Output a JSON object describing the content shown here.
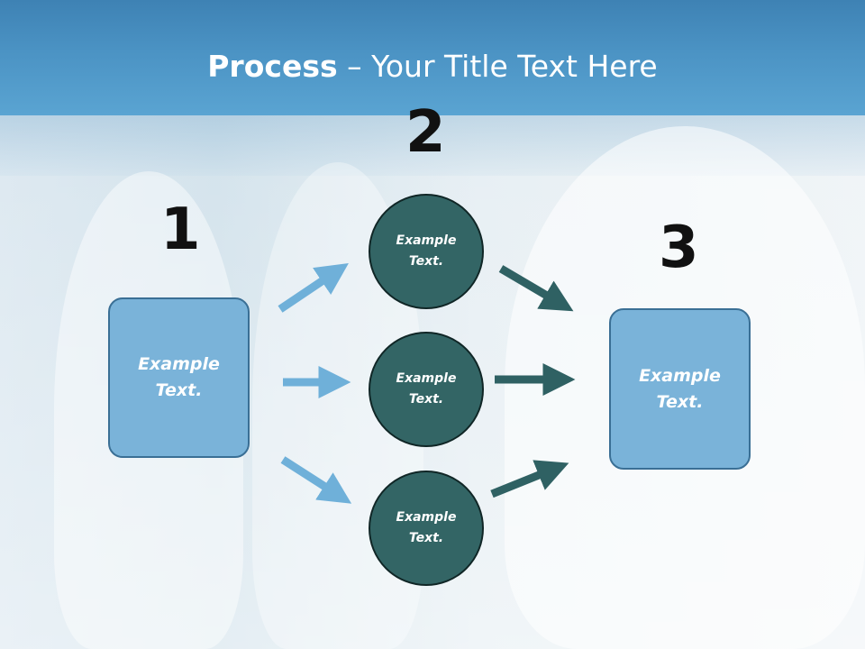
{
  "title": {
    "bold": "Process",
    "rest": " – Your Title Text Here"
  },
  "steps": {
    "one": "1",
    "two": "2",
    "three": "3"
  },
  "left_box": {
    "line1": "Example",
    "line2": "Text."
  },
  "right_box": {
    "line1": "Example",
    "line2": "Text."
  },
  "circles": [
    {
      "line1": "Example",
      "line2": "Text."
    },
    {
      "line1": "Example",
      "line2": "Text."
    },
    {
      "line1": "Example",
      "line2": "Text."
    }
  ],
  "colors": {
    "header": "#4b93c4",
    "box_fill": "#7ab3d9",
    "circle_fill": "#336565",
    "arrow_light": "#6fb0d9",
    "arrow_dark": "#2f6163"
  }
}
